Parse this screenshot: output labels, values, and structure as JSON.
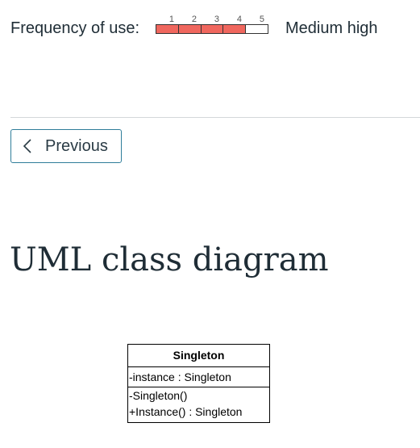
{
  "frequency": {
    "label": "Frequency of use:",
    "scale": [
      "1",
      "2",
      "3",
      "4",
      "5"
    ],
    "level": 4,
    "max": 5,
    "fill_color": "#f0675e",
    "value_text": "Medium high"
  },
  "navigation": {
    "previous_label": "Previous",
    "previous_icon": "chevron-left-icon",
    "accent_color": "#2f7d9a"
  },
  "section": {
    "title": "UML class diagram"
  },
  "uml": {
    "class_name": "Singleton",
    "attributes": [
      "-instance : Singleton"
    ],
    "operations": [
      "-Singleton()",
      "+Instance() : Singleton"
    ]
  }
}
